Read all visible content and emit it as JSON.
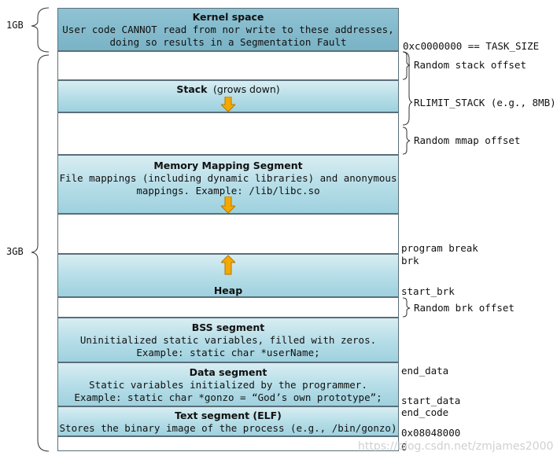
{
  "size_labels": {
    "top": "1GB",
    "bottom": "3GB"
  },
  "segments": {
    "kernel": {
      "title": "Kernel space",
      "line1": "User code CANNOT read from nor write to these addresses,",
      "line2": "doing so results in a Segmentation Fault"
    },
    "stack": {
      "title": "Stack",
      "suffix": "(grows down)"
    },
    "mmap": {
      "title": "Memory Mapping Segment",
      "line1": "File mappings (including dynamic libraries) and anonymous",
      "line2": "mappings. Example: /lib/libc.so"
    },
    "heap": {
      "title": "Heap"
    },
    "bss": {
      "title": "BSS segment",
      "line1": "Uninitialized static variables, filled with zeros.",
      "line2": "Example: static char *userName;"
    },
    "data": {
      "title": "Data segment",
      "line1": "Static variables initialized by the programmer.",
      "line2": "Example: static char *gonzo = “God’s own prototype”;"
    },
    "text": {
      "title": "Text segment (ELF)",
      "line1": "Stores the binary image of the process (e.g., /bin/gonzo)"
    }
  },
  "right_labels": {
    "task_size": "0xc0000000 == TASK_SIZE",
    "random_stack": "Random stack offset",
    "rlimit_stack": "RLIMIT_STACK (e.g., 8MB)",
    "random_mmap": "Random mmap offset",
    "program_break": "program break",
    "brk": "brk",
    "start_brk": "start_brk",
    "random_brk": "Random brk offset",
    "end_data": "end_data",
    "start_data": "start_data",
    "end_code": "end_code",
    "text_start": "0x08048000",
    "zero": "0"
  },
  "watermark": "https://blog.csdn.net/zmjames2000",
  "colors": {
    "segment_blue": "#b4dde7",
    "kernel_blue": "#79b3c6",
    "arrow_orange": "#f5a800"
  }
}
